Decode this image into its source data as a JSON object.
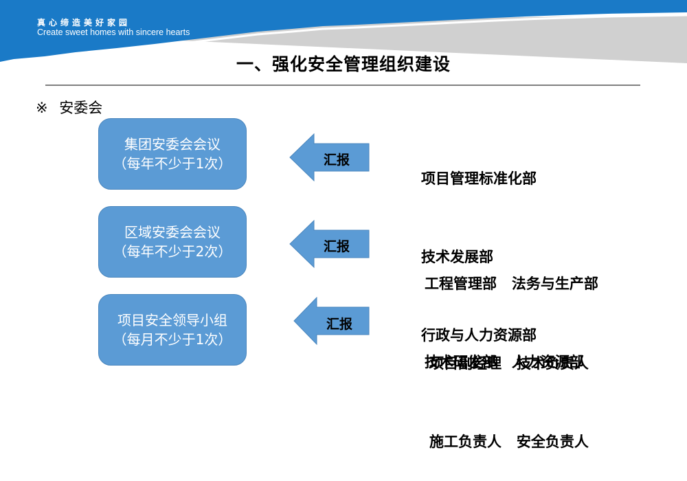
{
  "header": {
    "slogan_cn": "真心缔造美好家园",
    "slogan_en": "Create sweet homes with sincere hearts",
    "colors": {
      "banner_blue": "#1a7ac7",
      "banner_gray": "#d0d0d0"
    }
  },
  "title": "一、强化安全管理组织建设",
  "section": {
    "marker": "※",
    "label": "安委会"
  },
  "rows": [
    {
      "box_line1": "集团安委会会议",
      "box_line2": "（每年不少于1次）",
      "arrow_label": "汇报",
      "departments": [
        "项目管理标准化部",
        "技术发展部",
        "行政与人力资源部"
      ]
    },
    {
      "box_line1": "区域安委会会议",
      "box_line2": "（每年不少于2次）",
      "arrow_label": "汇报",
      "departments": [
        "工程管理部   法务与生产部",
        "技术研发部   人力资源部"
      ]
    },
    {
      "box_line1": "项目安全领导小组",
      "box_line2": "（每月不少于1次）",
      "arrow_label": "汇报",
      "departments": [
        "项目副经理   技术负责人",
        "施工负责人   安全负责人"
      ]
    }
  ],
  "colors": {
    "box_fill": "#5b9bd5",
    "divider": "#808080"
  }
}
